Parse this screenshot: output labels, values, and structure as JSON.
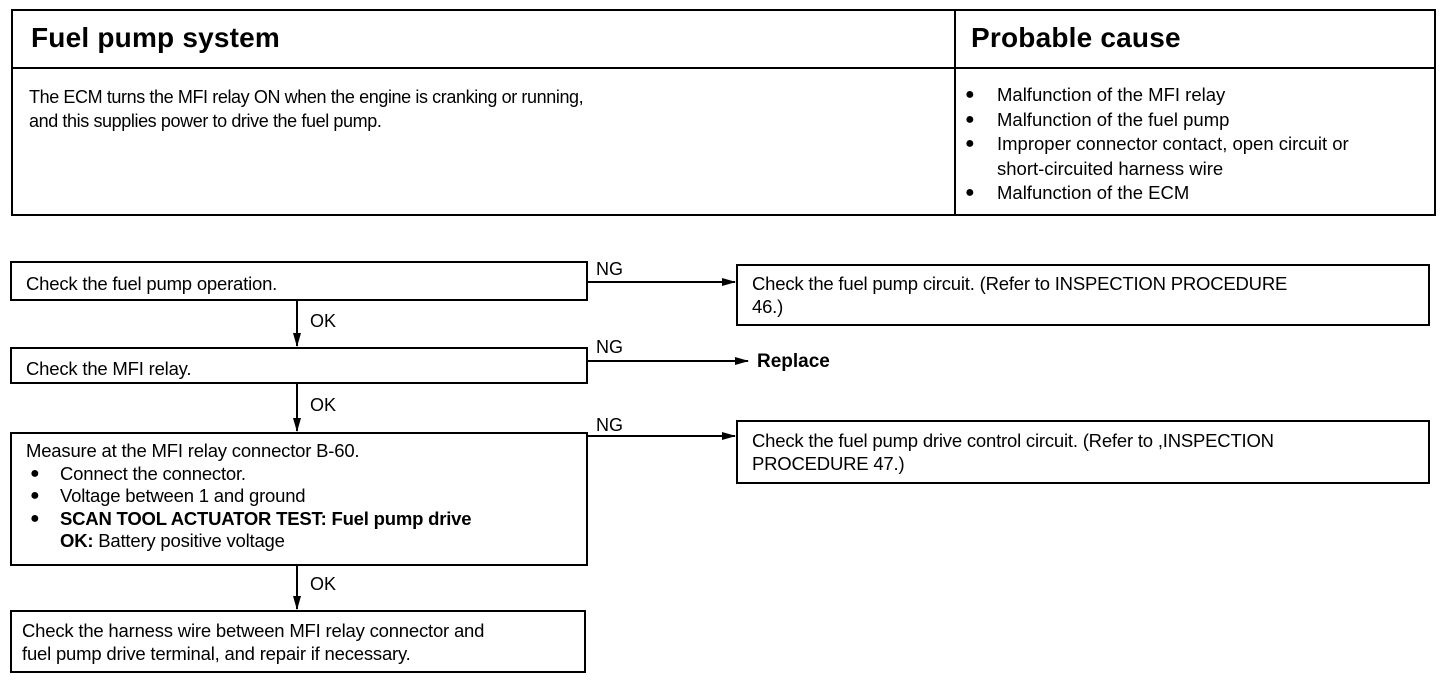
{
  "table": {
    "left_header": "Fuel pump system",
    "right_header": "Probable cause",
    "description": [
      "The ECM turns the MFI relay ON when the engine is cranking or running,",
      "and this supplies power to drive the fuel pump."
    ],
    "causes": [
      "Malfunction of the MFI relay",
      "Malfunction of the fuel pump",
      "Improper connector contact, open circuit or",
      "short-circuited harness wire",
      "Malfunction of the ECM"
    ]
  },
  "flow": {
    "step1": "Check the fuel pump operation.",
    "step2": "Check the MFI relay.",
    "step3": {
      "title": "Measure at the MFI relay connector B-60.",
      "items": [
        "Connect the connector.",
        "Voltage between 1 and ground",
        "SCAN TOOL ACTUATOR TEST: Fuel pump drive"
      ],
      "ok_label": "OK:",
      "ok_value": "Battery positive voltage"
    },
    "step4": [
      "Check the harness wire between MFI relay connector and",
      "fuel pump drive terminal, and repair if necessary."
    ],
    "ng1_result": [
      "Check the fuel pump circuit. (Refer to  INSPECTION PROCEDURE",
      "46.)"
    ],
    "ng2_result": "Replace",
    "ng3_result": [
      "Check the fuel pump drive control circuit. (Refer to ,INSPECTION",
      "PROCEDURE 47.)"
    ],
    "labels": {
      "ok1": "OK",
      "ok2": "OK",
      "ok3": "OK",
      "ng1": "NG",
      "ng2": "NG",
      "ng3": "NG"
    }
  },
  "icons": {
    "bullet": "●"
  }
}
